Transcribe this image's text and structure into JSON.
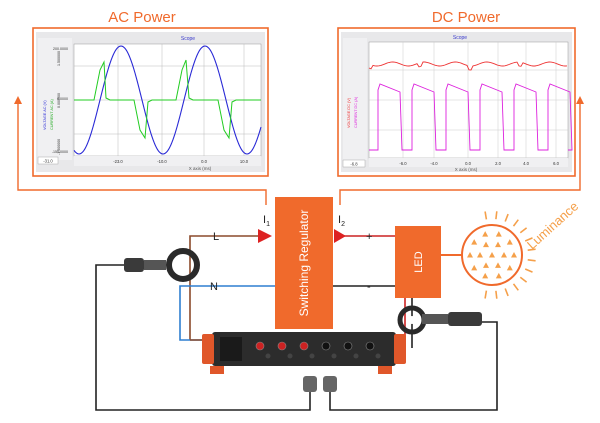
{
  "ac_panel": {
    "title": "AC Power",
    "scope_title": "Scope",
    "x_axis_title": "X axis (ms)",
    "x_ticks": [
      "-23.0",
      "-10.0",
      "0.0",
      "10.0"
    ],
    "x_corner_value": "-31.0",
    "y_left_ticks": [
      "200.0000",
      "0.0000",
      "-150.0000"
    ],
    "y_right_ticks": [
      "1.500000",
      "0.000000",
      "-1.500000"
    ],
    "y_left_axis_labels": [
      "VOLTAGE AC (V)",
      "CURRENT AC (A)"
    ],
    "colors": {
      "voltage": "#2a2ad6",
      "current": "#22cc22"
    }
  },
  "dc_panel": {
    "title": "DC Power",
    "scope_title": "Scope",
    "x_axis_title": "X axis (ms)",
    "x_ticks": [
      "-6.0",
      "-4.0",
      "0.0",
      "2.0",
      "4.0",
      "6.0"
    ],
    "x_corner_value": "-6.8",
    "y_left_axis_labels": [
      "VOLTAGE DC (V)",
      "CURRENT DC (A)"
    ],
    "colors": {
      "voltage": "#ee3333",
      "current": "#dd22dd"
    }
  },
  "circuit": {
    "regulator_label": "Switching Regulator",
    "led_label": "LED",
    "luminance_label": "Luminance",
    "line_label": "L",
    "neutral_label": "N",
    "plus_label": "+",
    "minus_label": "-",
    "current_in_label": "I",
    "current_in_sub": "1",
    "current_out_label": "I",
    "current_out_sub": "2"
  },
  "colors": {
    "accent": "#f06a2c",
    "regulator": "#f06a2c",
    "led": "#f06a2c",
    "wire_line": "#8b4a2b",
    "wire_neutral": "#2f7fd0",
    "wire_out": "#cc2222",
    "wire_ground": "#222222"
  }
}
